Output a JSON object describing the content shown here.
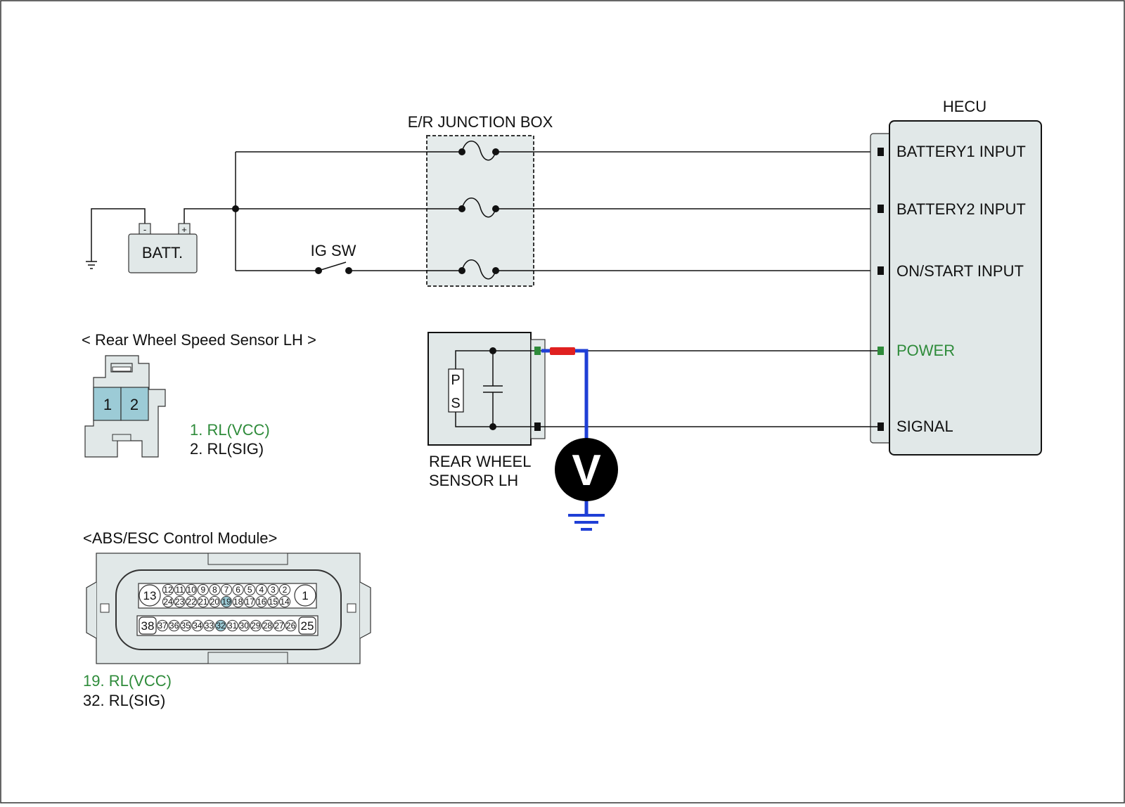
{
  "colors": {
    "box_fill": "#e1e8e8",
    "box_stroke": "#333333",
    "highlight_pin": "#9ccbd6",
    "green": "#2e8b3a",
    "meter_wire": "#1f3fd6",
    "probe_red": "#e02020"
  },
  "junction_box": {
    "title": "E/R JUNCTION BOX"
  },
  "battery": {
    "label": "BATT.",
    "neg": "-",
    "pos": "+"
  },
  "ig_switch": {
    "label": "IG SW"
  },
  "hecu": {
    "title": "HECU",
    "inputs": {
      "battery1": "BATTERY1 INPUT",
      "battery2": "BATTERY2 INPUT",
      "on_start": "ON/START INPUT",
      "power": "POWER",
      "signal": "SIGNAL"
    }
  },
  "sensor": {
    "title_line1": "REAR WHEEL",
    "title_line2": "SENSOR LH",
    "p": "P",
    "s": "S"
  },
  "voltmeter": {
    "symbol": "V"
  },
  "rear_connector": {
    "title": "< Rear Wheel Speed Sensor LH >",
    "pins": [
      "1",
      "2"
    ],
    "pin_desc": [
      "1. RL(VCC)",
      "2. RL(SIG)"
    ]
  },
  "abs_module": {
    "title": "<ABS/ESC Control Module>",
    "big_pins": {
      "top_left": "13",
      "top_right": "1",
      "bottom_left": "38",
      "bottom_right": "25"
    },
    "row1": [
      "12",
      "11",
      "10",
      "9",
      "8",
      "7",
      "6",
      "5",
      "4",
      "3",
      "2"
    ],
    "row2": [
      "24",
      "23",
      "22",
      "21",
      "20",
      "19",
      "18",
      "17",
      "16",
      "15",
      "14"
    ],
    "row3": [
      "37",
      "36",
      "35",
      "34",
      "33",
      "32",
      "31",
      "30",
      "29",
      "28",
      "27",
      "26"
    ],
    "highlighted": [
      "19",
      "32"
    ],
    "pin_desc": [
      "19. RL(VCC)",
      "32. RL(SIG)"
    ]
  }
}
